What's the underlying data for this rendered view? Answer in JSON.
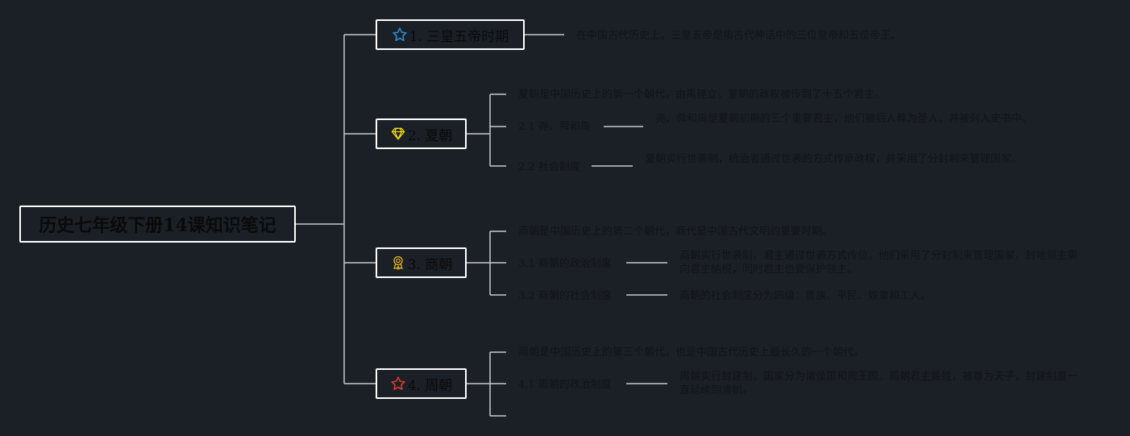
{
  "root": {
    "title": "历史七年级下册14课知识笔记"
  },
  "branches": [
    {
      "label": "1. 三皇五帝时期",
      "icon": "star-outline-icon",
      "icon_color": "#2b8fd6",
      "note": "在中国古代历史上，三皇五帝是指古代神话中的三位皇帝和五位帝王。"
    },
    {
      "label": "2. 夏朝",
      "icon": "diamond-icon",
      "icon_color": "#f5d90a",
      "intro": "夏朝是中国历史上的第一个朝代，由禹建立，夏朝的政权被传到了十五个君主。",
      "subs": [
        {
          "label": "2.1 尧、舜和禹",
          "note": "尧、舜和禹是夏朝初期的三个重要君主，他们被后人尊为圣人，并被列入史书中。"
        },
        {
          "label": "2.2 社会制度",
          "note": "夏朝实行世袭制，统治者通过世袭的方式传承政权，并采用了分封制来管理国家。"
        }
      ]
    },
    {
      "label": "3. 商朝",
      "icon": "medal-icon",
      "icon_color": "#e8b417",
      "intro": "商朝是中国历史上的第二个朝代，商代是中国古代文明的重要时期。",
      "subs": [
        {
          "label": "3.1 商朝的政治制度",
          "note": "商朝实行世袭制，君主通过世袭方式传位。他们采用了分封制来管理国家，封地领主需向君主纳税，同时君主也要保护领主。"
        },
        {
          "label": "3.2 商朝的社会制度",
          "note": "商朝的社会制度分为四级：贵族、平民、奴隶和工人。"
        }
      ]
    },
    {
      "label": "4. 周朝",
      "icon": "star-outline-icon",
      "icon_color": "#e23b2a",
      "intro": "周朝是中国历史上的第三个朝代，也是中国古代历史上最长久的一个朝代。",
      "subs": [
        {
          "label": "4.1 周朝的政治制度",
          "note": "周朝实行封建制，国家分为诸侯国和周王国。周朝君主姬姓，被尊为天子，封建制度一直延续到清朝。"
        }
      ]
    }
  ],
  "colors": {
    "background": "#1b2027",
    "connector": "#c7c9cc",
    "node_border": "#ffffff"
  }
}
